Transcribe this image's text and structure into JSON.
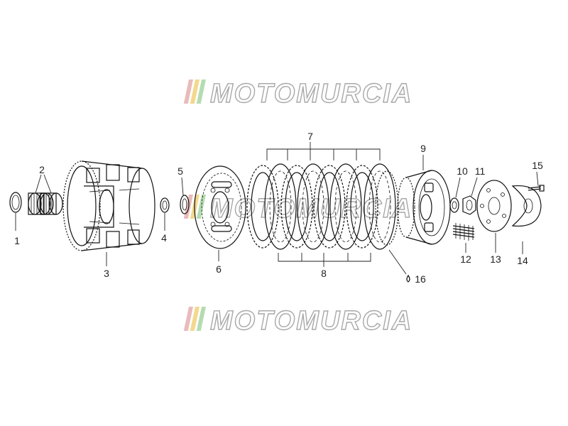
{
  "watermark": {
    "text": "MOTOMURCIA",
    "stripe_colors": [
      "#e6b0b0",
      "#f2d27a",
      "#a9d6a4"
    ]
  },
  "callouts": [
    {
      "id": "1",
      "label": "1"
    },
    {
      "id": "2",
      "label": "2"
    },
    {
      "id": "3",
      "label": "3"
    },
    {
      "id": "4",
      "label": "4"
    },
    {
      "id": "5",
      "label": "5"
    },
    {
      "id": "6",
      "label": "6"
    },
    {
      "id": "7",
      "label": "7"
    },
    {
      "id": "8",
      "label": "8"
    },
    {
      "id": "9",
      "label": "9"
    },
    {
      "id": "10",
      "label": "10"
    },
    {
      "id": "11",
      "label": "11"
    },
    {
      "id": "12",
      "label": "12"
    },
    {
      "id": "13",
      "label": "13"
    },
    {
      "id": "14",
      "label": "14"
    },
    {
      "id": "15",
      "label": "15"
    },
    {
      "id": "16",
      "label": "16"
    }
  ]
}
